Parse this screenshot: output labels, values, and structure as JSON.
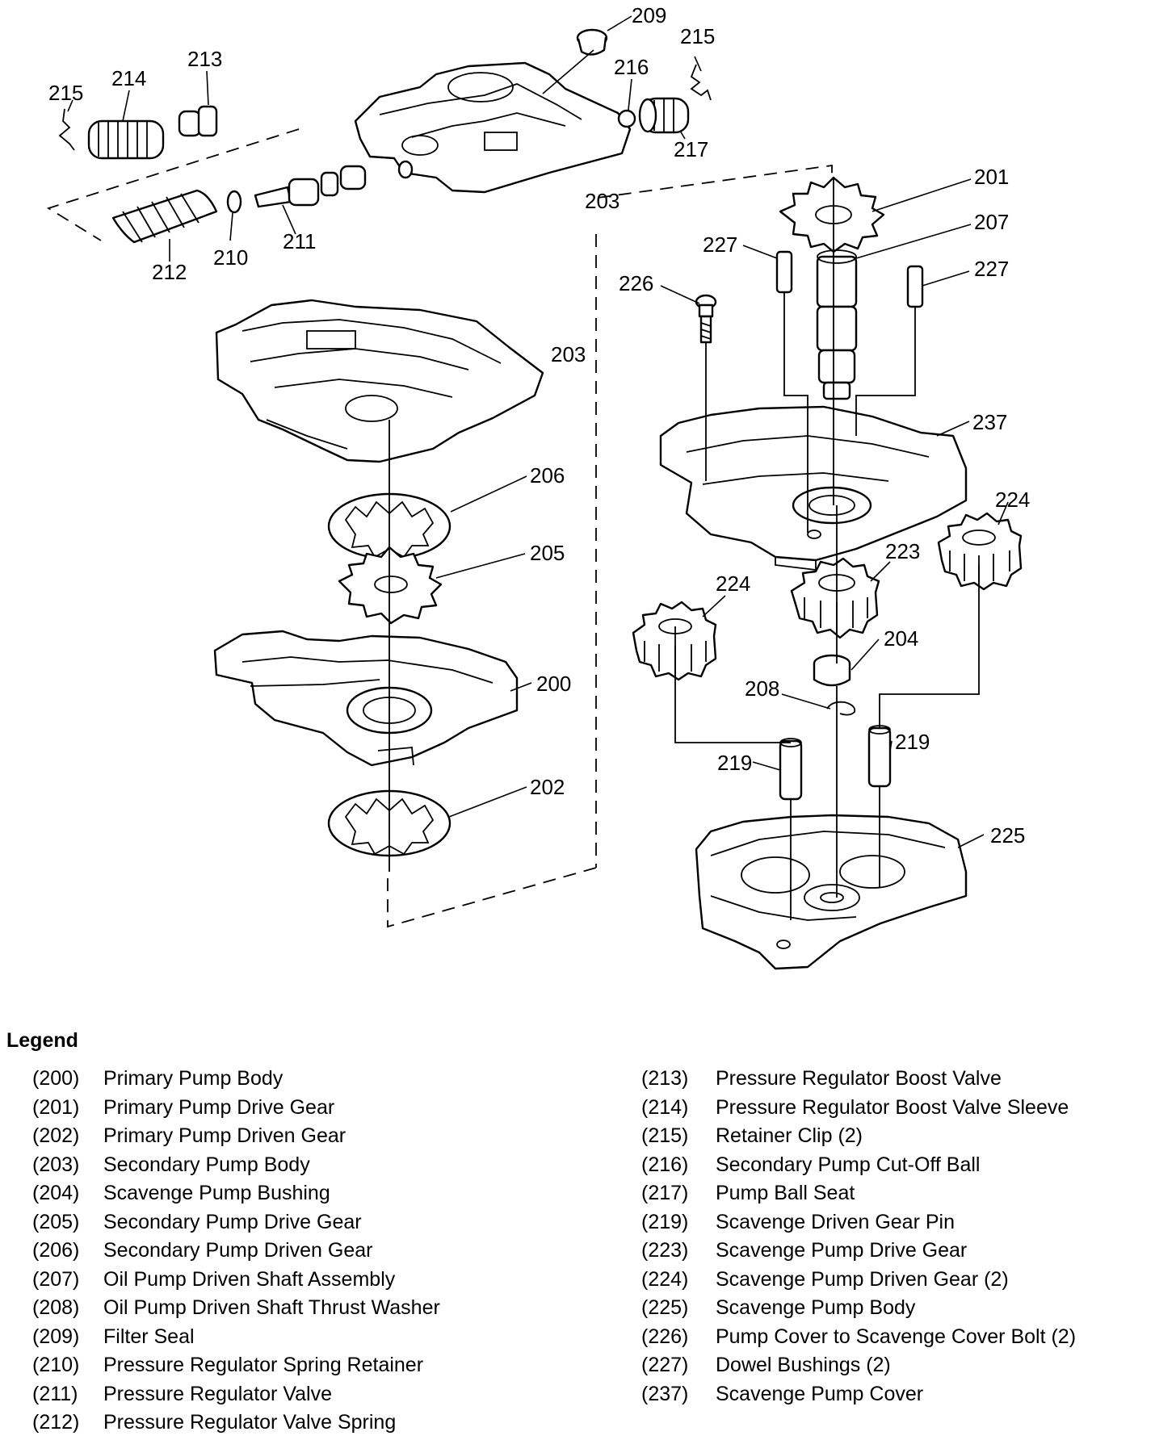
{
  "diagram": {
    "callouts": [
      "209",
      "215",
      "214",
      "213",
      "216",
      "215",
      "217",
      "201",
      "203",
      "207",
      "227",
      "227",
      "226",
      "212",
      "210",
      "211",
      "203",
      "237",
      "206",
      "224",
      "205",
      "223",
      "224",
      "204",
      "200",
      "208",
      "219",
      "219",
      "202",
      "225"
    ]
  },
  "legend": {
    "title": "Legend",
    "left": [
      {
        "num": "(200)",
        "label": "Primary Pump Body"
      },
      {
        "num": "(201)",
        "label": "Primary Pump Drive Gear"
      },
      {
        "num": "(202)",
        "label": "Primary Pump Driven Gear"
      },
      {
        "num": "(203)",
        "label": "Secondary Pump Body"
      },
      {
        "num": "(204)",
        "label": "Scavenge Pump Bushing"
      },
      {
        "num": "(205)",
        "label": "Secondary Pump Drive Gear"
      },
      {
        "num": "(206)",
        "label": "Secondary Pump Driven Gear"
      },
      {
        "num": "(207)",
        "label": "Oil Pump Driven Shaft Assembly"
      },
      {
        "num": "(208)",
        "label": "Oil Pump Driven Shaft Thrust Washer"
      },
      {
        "num": "(209)",
        "label": "Filter Seal"
      },
      {
        "num": "(210)",
        "label": "Pressure Regulator Spring Retainer"
      },
      {
        "num": "(211)",
        "label": "Pressure Regulator Valve"
      },
      {
        "num": "(212)",
        "label": "Pressure Regulator Valve Spring"
      }
    ],
    "right": [
      {
        "num": "(213)",
        "label": "Pressure Regulator Boost Valve"
      },
      {
        "num": "(214)",
        "label": "Pressure Regulator Boost Valve Sleeve"
      },
      {
        "num": "(215)",
        "label": "Retainer Clip (2)"
      },
      {
        "num": "(216)",
        "label": "Secondary Pump Cut-Off Ball"
      },
      {
        "num": "(217)",
        "label": "Pump Ball Seat"
      },
      {
        "num": "(219)",
        "label": "Scavenge Driven Gear Pin"
      },
      {
        "num": "(223)",
        "label": "Scavenge Pump Drive Gear"
      },
      {
        "num": "(224)",
        "label": "Scavenge Pump Driven Gear (2)"
      },
      {
        "num": "(225)",
        "label": "Scavenge Pump Body"
      },
      {
        "num": "(226)",
        "label": "Pump Cover to Scavenge Cover Bolt (2)"
      },
      {
        "num": "(227)",
        "label": "Dowel Bushings (2)"
      },
      {
        "num": "(237)",
        "label": "Scavenge Pump Cover"
      }
    ]
  }
}
